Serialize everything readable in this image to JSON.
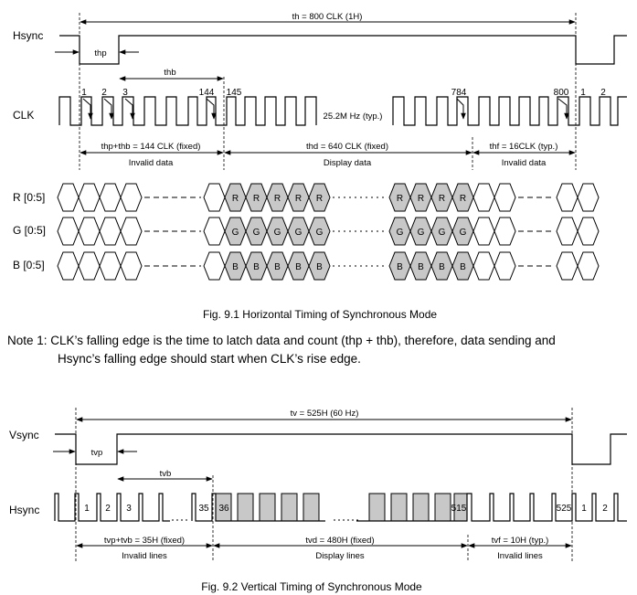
{
  "fig1": {
    "caption": "Fig. 9.1 Horizontal Timing of Synchronous Mode",
    "signals": {
      "hsync": "Hsync",
      "clk": "CLK",
      "r": "R [0:5]",
      "g": "G [0:5]",
      "b": "B [0:5]"
    },
    "th_label": "th = 800 CLK (1H)",
    "thp_label": "thp",
    "thb_label": "thb",
    "freq_label": "25.2M Hz (typ.)",
    "clk_numbers": [
      "1",
      "2",
      "3",
      "144",
      "145",
      "784",
      "800",
      "1",
      "2"
    ],
    "periods": [
      {
        "top": "thp+thb = 144 CLK (fixed)",
        "bottom": "Invalid data"
      },
      {
        "top": "thd = 640 CLK (fixed)",
        "bottom": "Display data"
      },
      {
        "top": "thf = 16CLK (typ.)",
        "bottom": "Invalid data"
      }
    ],
    "data_letters": {
      "r": "R",
      "g": "G",
      "b": "B"
    }
  },
  "note": {
    "line1": "Note 1: CLK’s falling edge is the time to latch data and count (thp + thb), therefore, data sending and",
    "line2": "Hsync’s falling edge should start when CLK’s rise edge."
  },
  "fig2": {
    "caption": "Fig. 9.2 Vertical Timing of Synchronous Mode",
    "signals": {
      "vsync": "Vsync",
      "hsync": "Hsync"
    },
    "tv_label": "tv = 525H (60 Hz)",
    "tvp_label": "tvp",
    "tvb_label": "tvb",
    "line_numbers": [
      "1",
      "2",
      "3",
      "35",
      "36",
      "515",
      "525",
      "1",
      "2"
    ],
    "periods": [
      {
        "top": "tvp+tvb = 35H (fixed)",
        "bottom": "Invalid lines"
      },
      {
        "top": "tvd = 480H (fixed)",
        "bottom": "Display lines"
      },
      {
        "top": "tvf = 10H (typ.)",
        "bottom": "Invalid lines"
      }
    ]
  },
  "colors": {
    "display_fill": "#c8c8c8",
    "line": "#000000"
  }
}
